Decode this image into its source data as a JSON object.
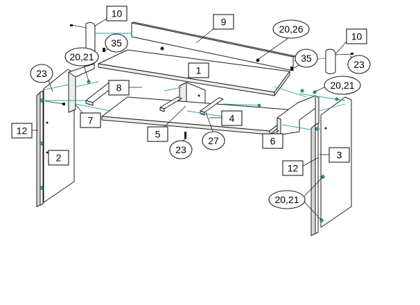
{
  "callouts": {
    "c1": "1",
    "c2": "2",
    "c3": "3",
    "c4": "4",
    "c5": "5",
    "c6": "6",
    "c7": "7",
    "c8": "8",
    "c9": "9",
    "c10_left": "10",
    "c10_right": "10",
    "c12_left": "12",
    "c12_right": "12",
    "c20_21_top_left": "20,21",
    "c20_21_right": "20,21",
    "c20_21_bottom_right": "20,21",
    "c20_26": "20,26",
    "c23_left": "23",
    "c23_bottom": "23",
    "c23_right": "23",
    "c27": "27",
    "c35_left": "35",
    "c35_right": "35"
  }
}
